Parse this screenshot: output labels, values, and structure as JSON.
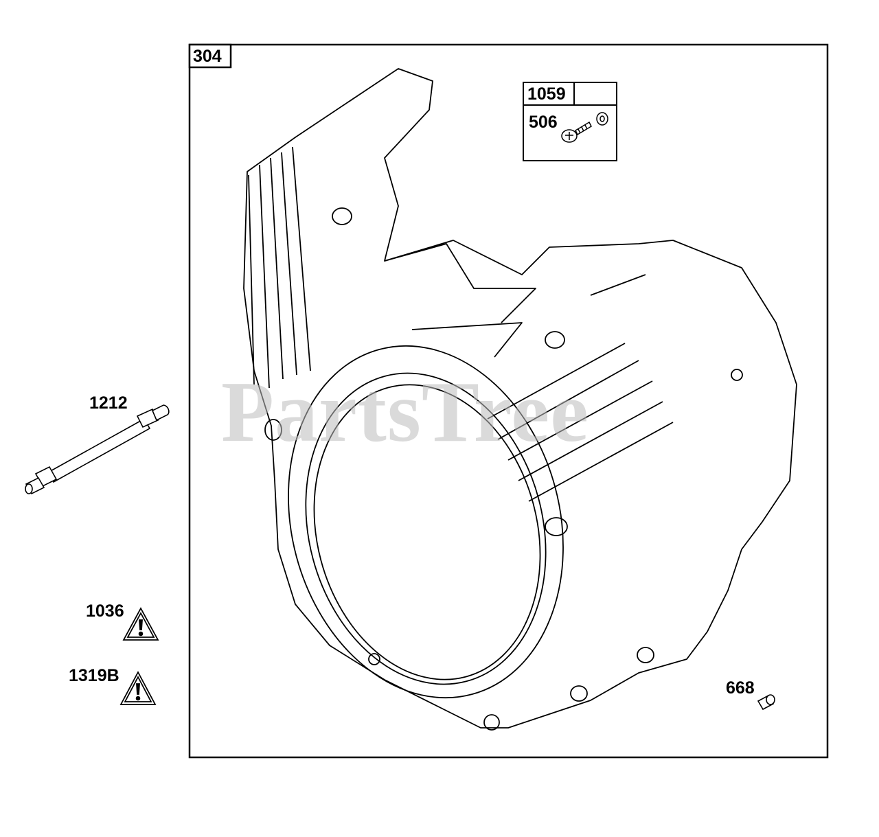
{
  "main_group": {
    "label": "304"
  },
  "kit": {
    "label": "1059",
    "part": "506"
  },
  "parts": {
    "dipstick_tube": "1212",
    "warning_1": "1036",
    "warning_2": "1319B",
    "plug": "668"
  },
  "watermark": "PartsTree"
}
